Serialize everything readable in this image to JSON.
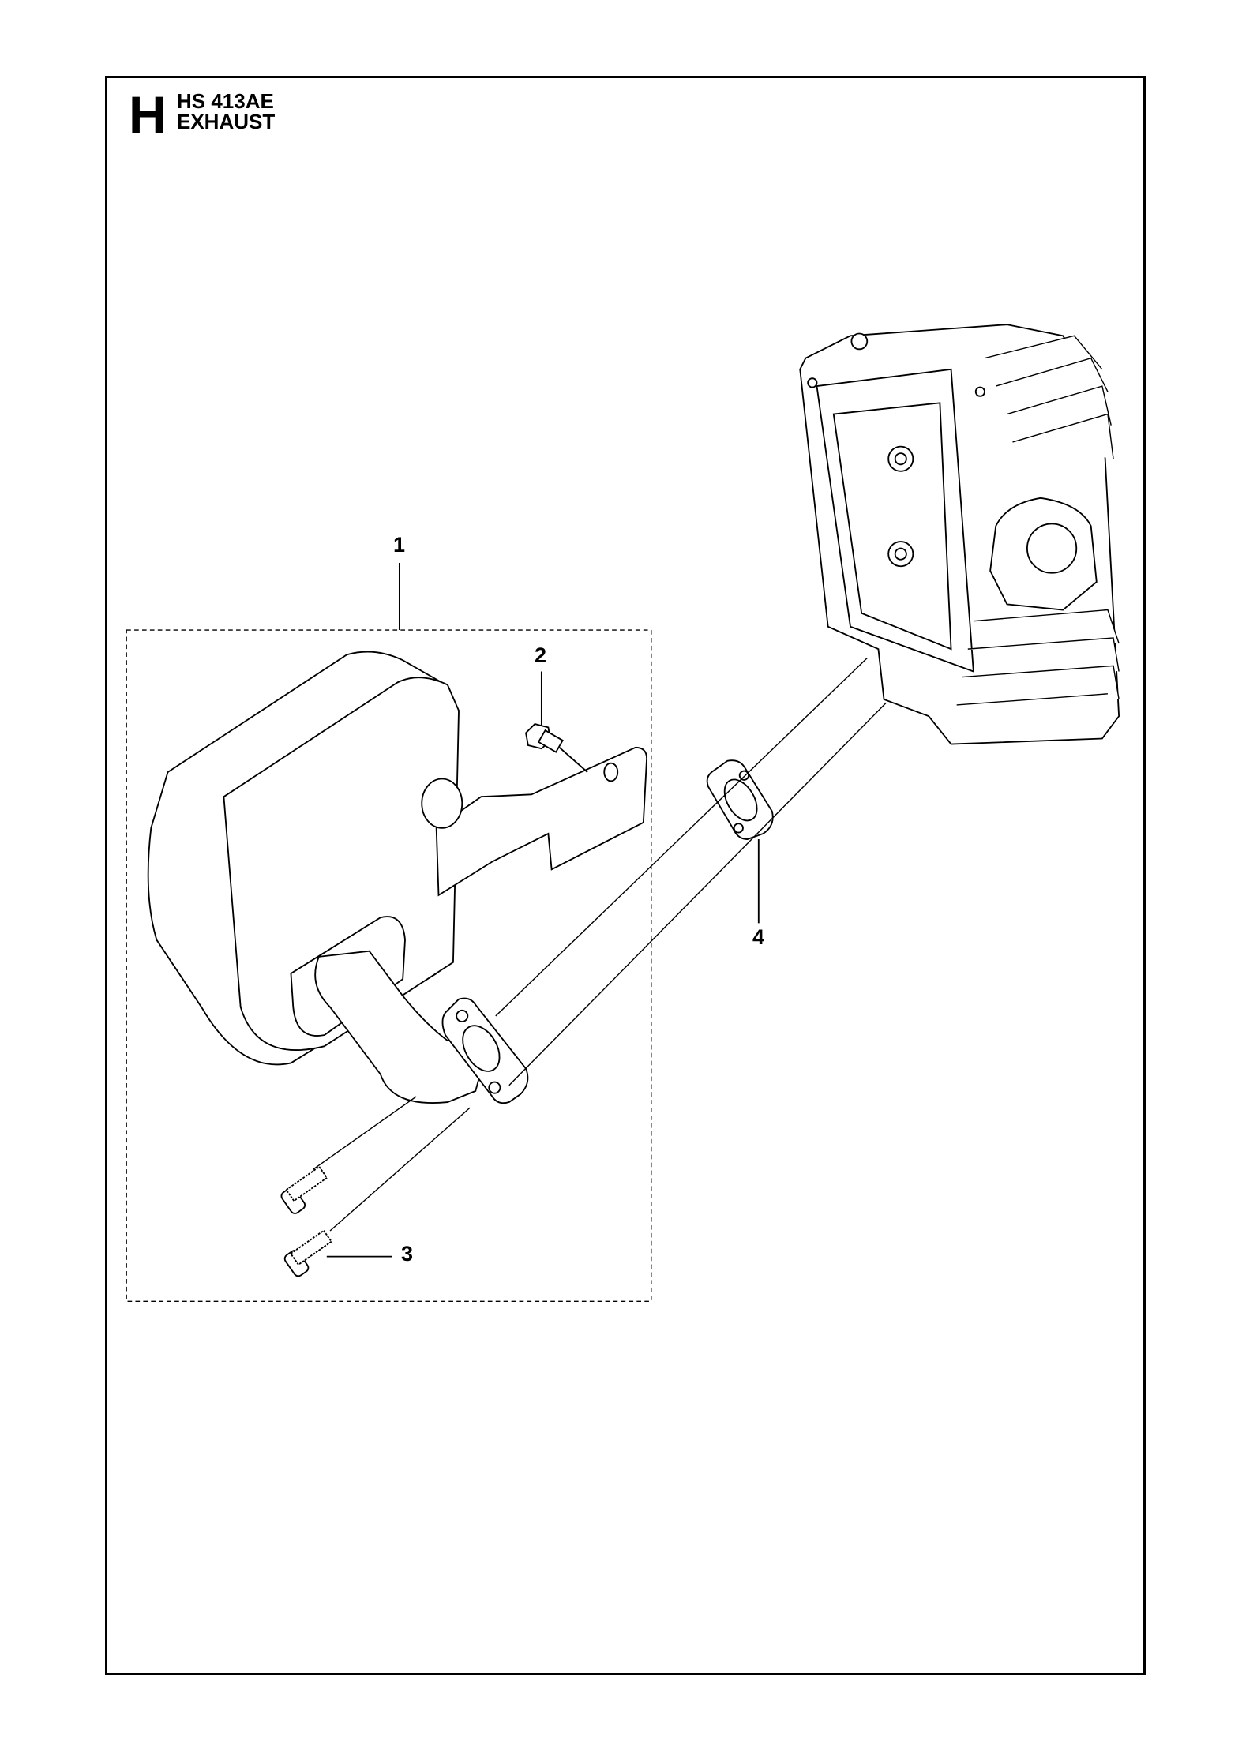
{
  "header": {
    "section_letter": "H",
    "model": "HS 413AE",
    "section_title": "EXHAUST"
  },
  "callouts": [
    {
      "number": "1",
      "part": "muffler-assembly"
    },
    {
      "number": "2",
      "part": "bolt"
    },
    {
      "number": "3",
      "part": "screw"
    },
    {
      "number": "4",
      "part": "gasket"
    }
  ]
}
